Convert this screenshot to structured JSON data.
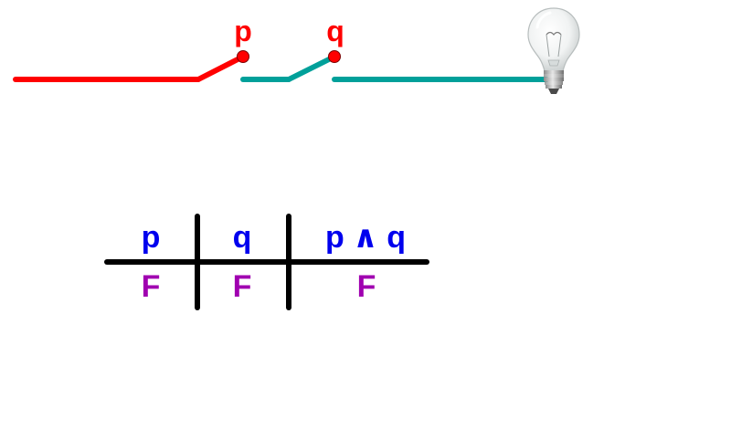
{
  "circuit": {
    "switch_p_label": "p",
    "switch_q_label": "q",
    "bulb_icon": "light-bulb-icon",
    "switch_p_state": "open",
    "switch_q_state": "open",
    "bulb_state": "off"
  },
  "truth_table": {
    "headers": [
      "p",
      "q",
      "p ∧ q"
    ],
    "rows": [
      [
        "F",
        "F",
        "F"
      ]
    ]
  },
  "colors": {
    "wire_p": "#ff0000",
    "wire_q": "#00a09a",
    "switch_node": "#ff0000",
    "label": "#ff0000",
    "header_text": "#0000ee",
    "value_text": "#a000b0",
    "table_lines": "#000000"
  }
}
